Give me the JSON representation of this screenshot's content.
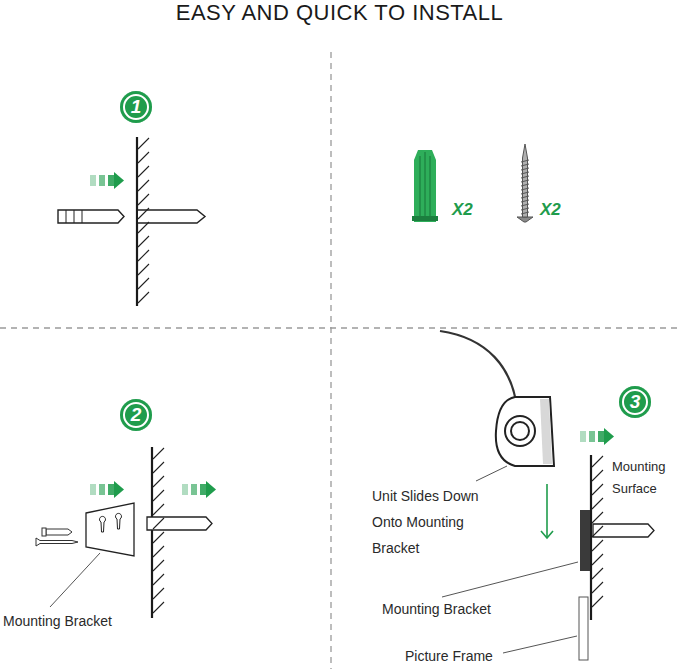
{
  "diagram": {
    "title": "EASY AND QUICK TO INSTALL",
    "nodes": [
      {
        "text": [
          "1"
        ]
      },
      {
        "text": [
          "2"
        ]
      },
      {
        "text": [
          "3"
        ]
      }
    ],
    "labels": [
      "X2",
      "X2",
      "Mounting Bracket",
      "Unit Slides Down Onto Mounting Bracket",
      "Mounting Surface",
      "Mounting Bracket",
      "Picture Frame"
    ]
  }
}
